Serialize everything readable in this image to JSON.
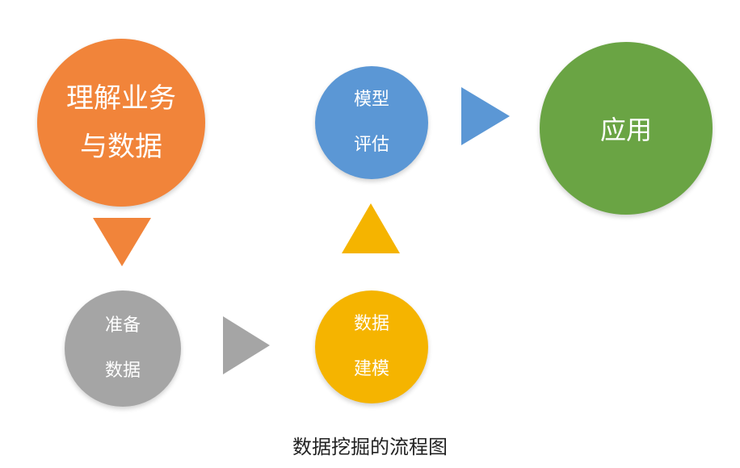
{
  "nodes": {
    "understand": {
      "line1": "理解业务",
      "line2": "与数据",
      "color": "#f1843a"
    },
    "prepare": {
      "line1": "准备",
      "line2": "数据",
      "color": "#a5a5a5"
    },
    "model": {
      "line1": "数据",
      "line2": "建模",
      "color": "#f5b400"
    },
    "evaluate": {
      "line1": "模型",
      "line2": "评估",
      "color": "#5b97d5"
    },
    "apply": {
      "label": "应用",
      "color": "#6aa444"
    }
  },
  "arrows": {
    "understand_to_prepare": {
      "direction": "down",
      "color": "#f1843a"
    },
    "prepare_to_model": {
      "direction": "right",
      "color": "#a5a5a5"
    },
    "model_to_evaluate": {
      "direction": "up",
      "color": "#f5b400"
    },
    "evaluate_to_apply": {
      "direction": "right",
      "color": "#5b97d5"
    }
  },
  "caption": "数据挖掘的流程图"
}
